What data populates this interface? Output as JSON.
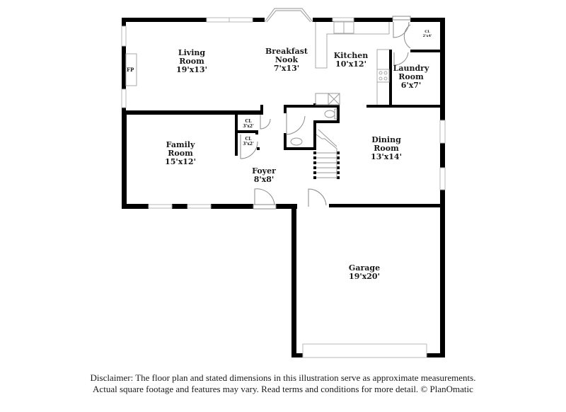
{
  "floorplan": {
    "rooms": [
      {
        "id": "living-room",
        "name_line1": "Living",
        "name_line2": "Room",
        "dimensions": "19'x13'"
      },
      {
        "id": "breakfast-nook",
        "name_line1": "Breakfast",
        "name_line2": "Nook",
        "dimensions": "7'x13'"
      },
      {
        "id": "kitchen",
        "name_line1": "Kitchen",
        "name_line2": "",
        "dimensions": "10'x12'"
      },
      {
        "id": "laundry-room",
        "name_line1": "Laundry",
        "name_line2": "Room",
        "dimensions": "6'x7'"
      },
      {
        "id": "family-room",
        "name_line1": "Family",
        "name_line2": "Room",
        "dimensions": "15'x12'"
      },
      {
        "id": "foyer",
        "name_line1": "Foyer",
        "name_line2": "",
        "dimensions": "8'x8'"
      },
      {
        "id": "dining-room",
        "name_line1": "Dining",
        "name_line2": "Room",
        "dimensions": "13'x14'"
      },
      {
        "id": "garage",
        "name_line1": "Garage",
        "name_line2": "",
        "dimensions": "19'x20'"
      }
    ],
    "closets": [
      {
        "id": "closet-upper",
        "label": "CL",
        "dimensions": "3'x2'"
      },
      {
        "id": "closet-lower",
        "label": "CL",
        "dimensions": "3'x2'"
      },
      {
        "id": "closet-kitchen",
        "label": "CL",
        "dimensions": "2'x4'"
      }
    ],
    "fireplace_label": "FP",
    "colors": {
      "wall": "#000000",
      "window": "#c8c8c8",
      "fixture_line": "#9a9a9a",
      "background": "#ffffff"
    }
  },
  "disclaimer": {
    "line1": "Disclaimer: The floor plan and stated dimensions in this illustration serve as approximate measurements.",
    "line2": "Actual square footage and features may vary. Read terms and conditions for more detail. © PlanOmatic"
  }
}
